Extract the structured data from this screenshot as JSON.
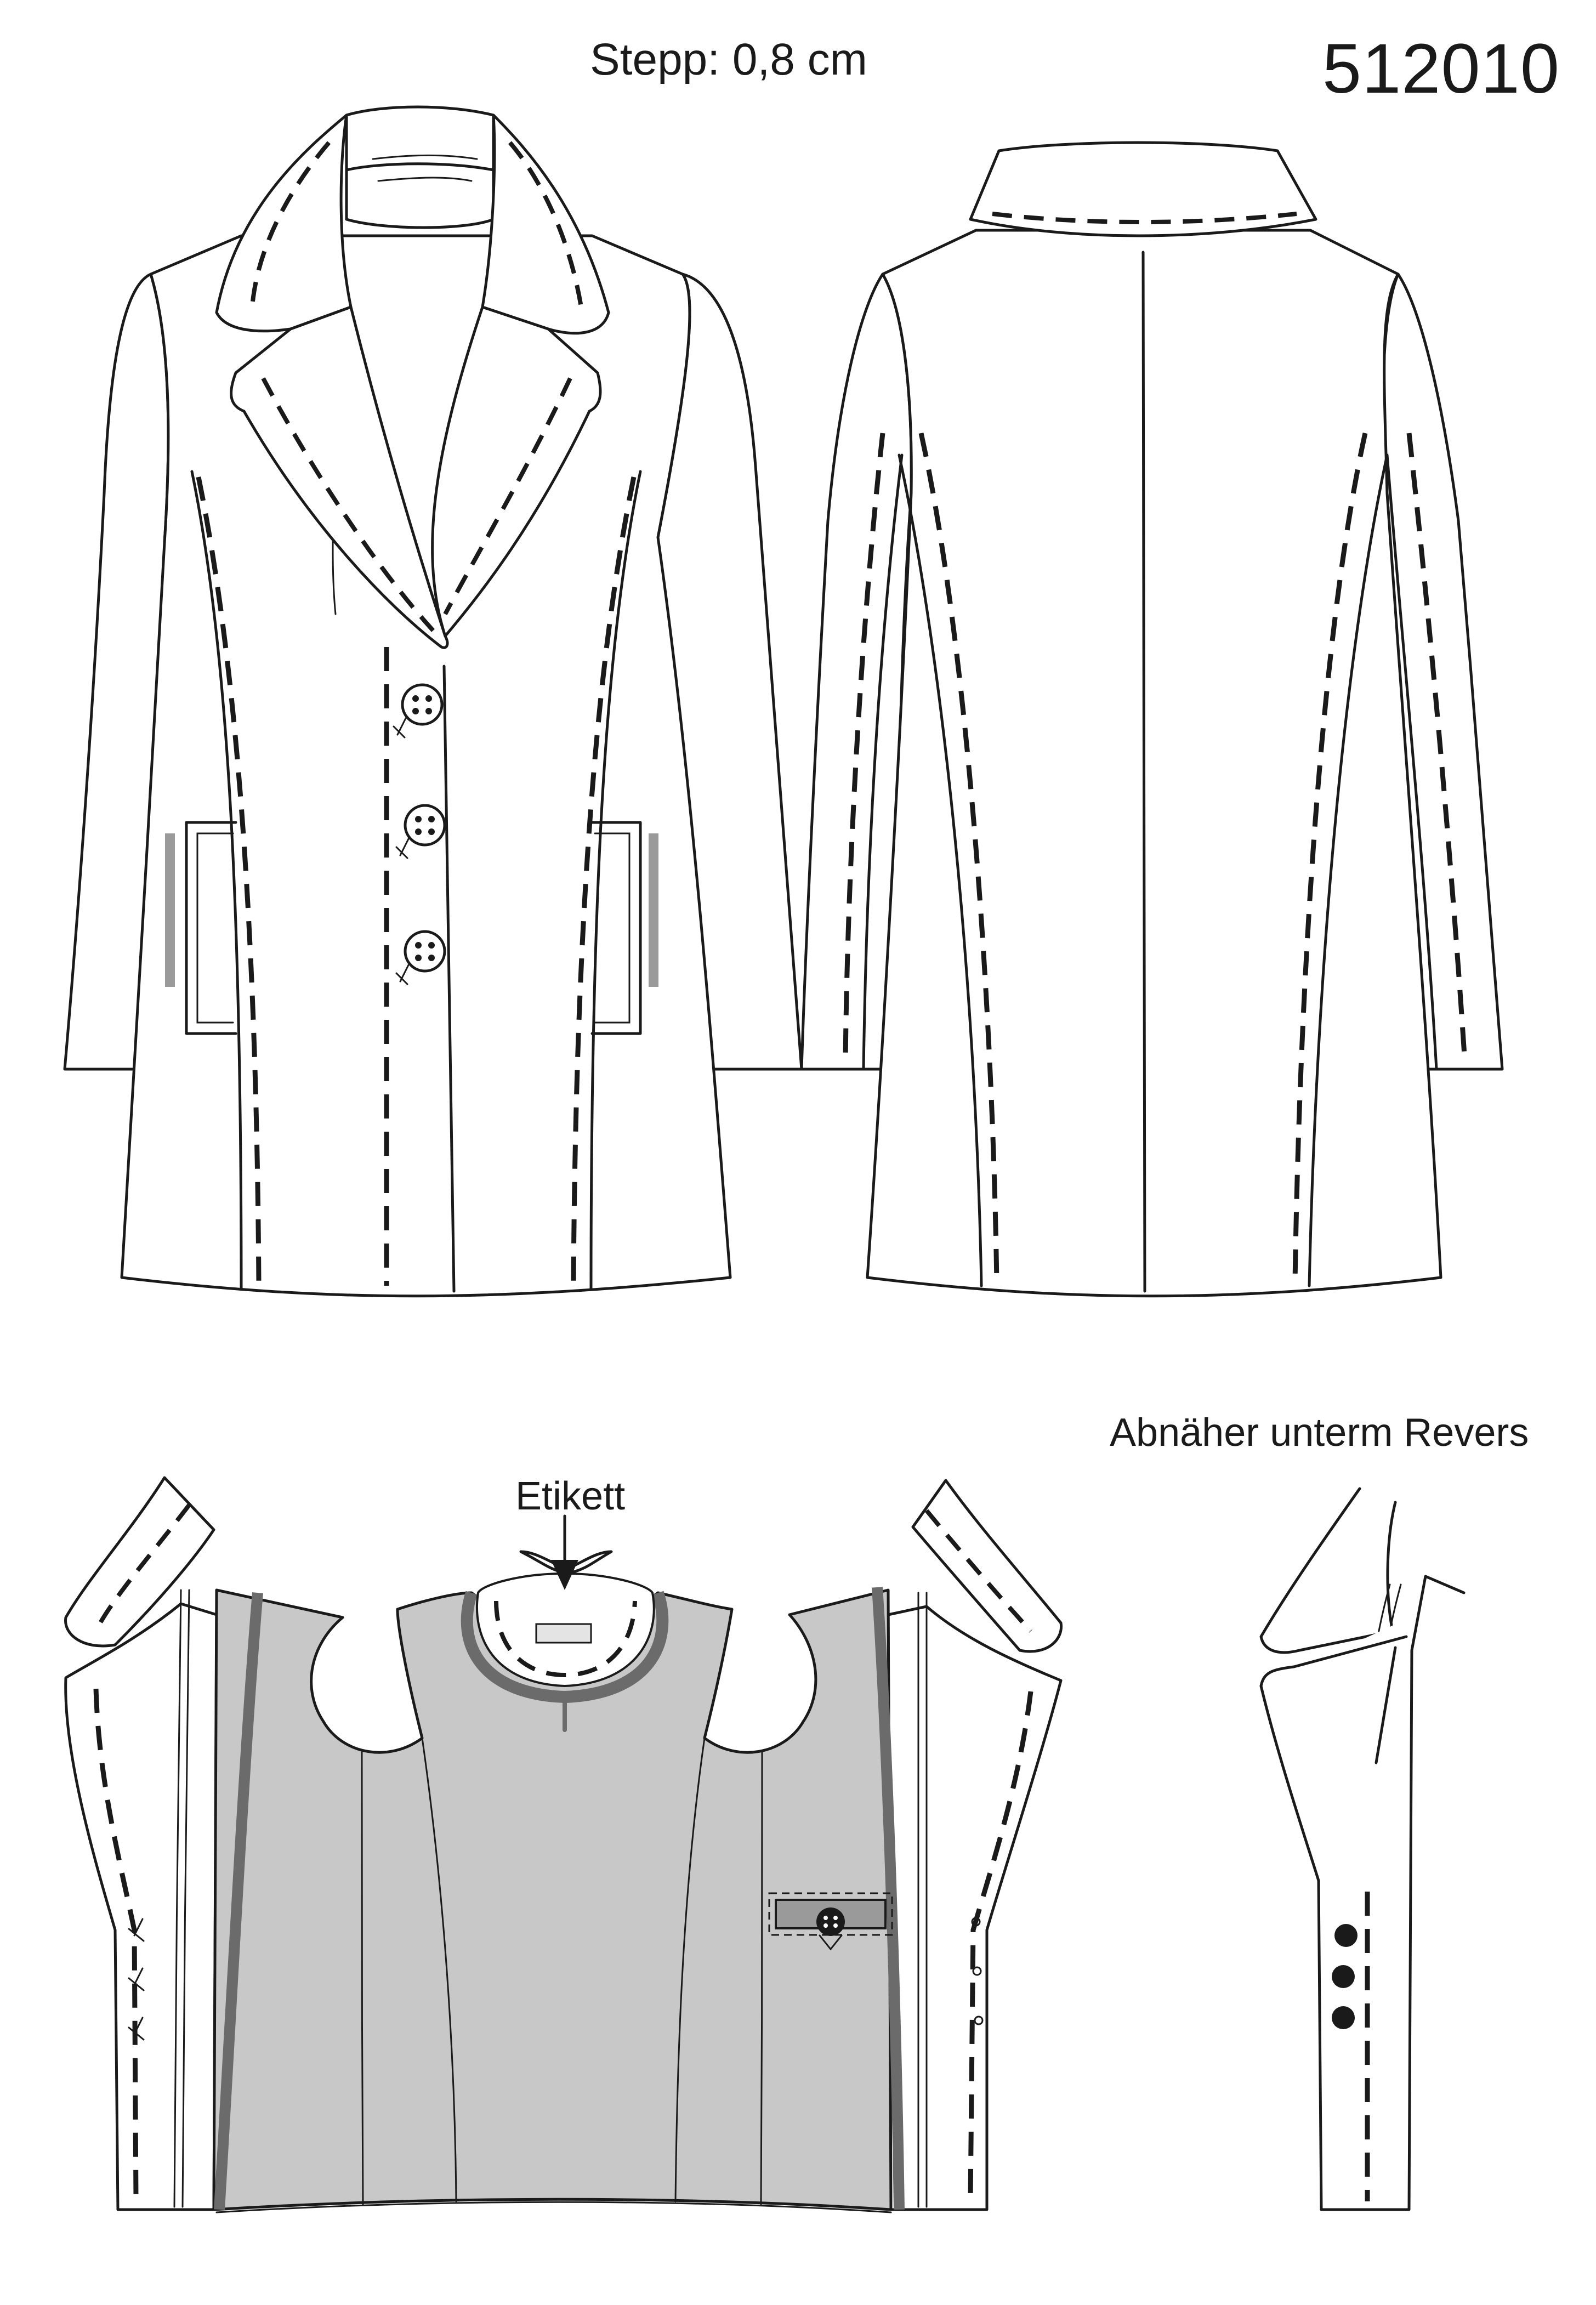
{
  "sheet": {
    "model_number": "512010",
    "stitch_label": "Stepp: 0,8 cm",
    "dart_label": "Abnäher unterm Revers",
    "label_label": "Etikett"
  },
  "views": [
    "front-view",
    "back-view",
    "inside-view",
    "lapel-dart-detail"
  ],
  "colors": {
    "line": "#1a1a1a",
    "lining": "#c8c8c8",
    "facing_band": "#6b6b6b",
    "pocket_mark": "#9a9a9a",
    "label_patch": "#e4e4e4"
  }
}
